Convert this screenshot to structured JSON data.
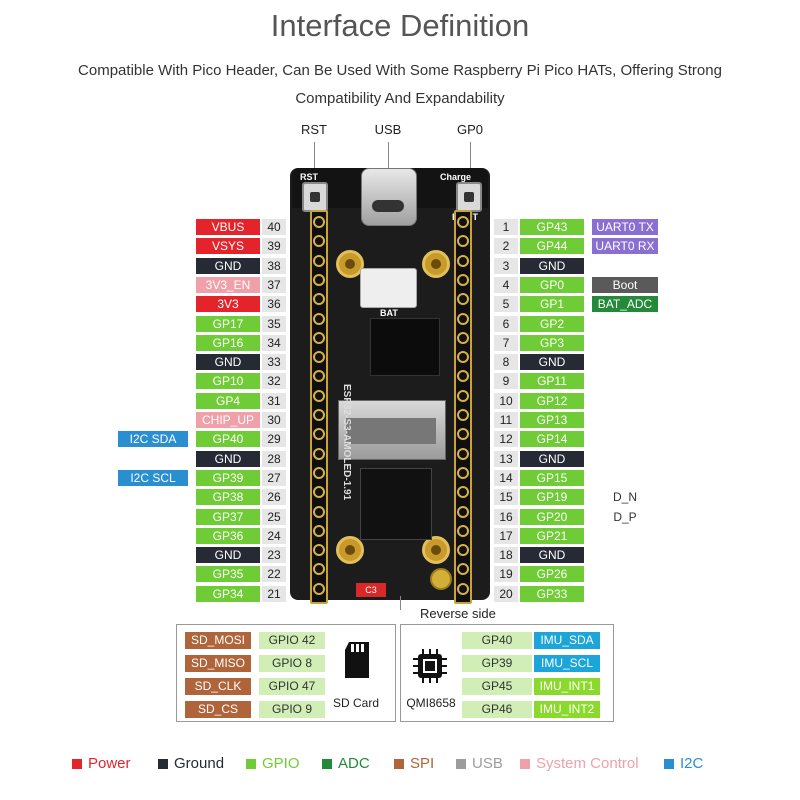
{
  "header": {
    "title": "Interface Definition",
    "subtitle_line1": "Compatible With Pico Header, Can Be Used With Some Raspberry Pi Pico HATs, Offering Strong",
    "subtitle_line2": "Compatibility And Expandability"
  },
  "top_labels": {
    "rst": "RST",
    "usb": "USB",
    "gp0": "GP0"
  },
  "board": {
    "name": "ESP32-S3-AMOLED-1.91",
    "bat_label": "BAT",
    "boot_label": "BOOT",
    "rst_label": "RST",
    "charge_label": "Charge",
    "reverse_chip": "C3"
  },
  "reverse_side": "Reverse side",
  "left_pins": [
    {
      "num": "40",
      "label": "VBUS",
      "type": "power",
      "extra": ""
    },
    {
      "num": "39",
      "label": "VSYS",
      "type": "power",
      "extra": ""
    },
    {
      "num": "38",
      "label": "GND",
      "type": "ground",
      "extra": ""
    },
    {
      "num": "37",
      "label": "3V3_EN",
      "type": "sysctl",
      "extra": ""
    },
    {
      "num": "36",
      "label": "3V3",
      "type": "power",
      "extra": ""
    },
    {
      "num": "35",
      "label": "GP17",
      "type": "gpio",
      "extra": ""
    },
    {
      "num": "34",
      "label": "GP16",
      "type": "gpio",
      "extra": ""
    },
    {
      "num": "33",
      "label": "GND",
      "type": "ground",
      "extra": ""
    },
    {
      "num": "32",
      "label": "GP10",
      "type": "gpio",
      "extra": ""
    },
    {
      "num": "31",
      "label": "GP4",
      "type": "gpio",
      "extra": ""
    },
    {
      "num": "30",
      "label": "CHIP_UP",
      "type": "sysctl",
      "extra": ""
    },
    {
      "num": "29",
      "label": "GP40",
      "type": "gpio",
      "extra": "I2C SDA"
    },
    {
      "num": "28",
      "label": "GND",
      "type": "ground",
      "extra": ""
    },
    {
      "num": "27",
      "label": "GP39",
      "type": "gpio",
      "extra": "I2C SCL"
    },
    {
      "num": "26",
      "label": "GP38",
      "type": "gpio",
      "extra": ""
    },
    {
      "num": "25",
      "label": "GP37",
      "type": "gpio",
      "extra": ""
    },
    {
      "num": "24",
      "label": "GP36",
      "type": "gpio",
      "extra": ""
    },
    {
      "num": "23",
      "label": "GND",
      "type": "ground",
      "extra": ""
    },
    {
      "num": "22",
      "label": "GP35",
      "type": "gpio",
      "extra": ""
    },
    {
      "num": "21",
      "label": "GP34",
      "type": "gpio",
      "extra": ""
    }
  ],
  "right_pins": [
    {
      "num": "1",
      "label": "GP43",
      "type": "gpio",
      "extra": "UART0 TX",
      "extra_type": "uart"
    },
    {
      "num": "2",
      "label": "GP44",
      "type": "gpio",
      "extra": "UART0 RX",
      "extra_type": "uart"
    },
    {
      "num": "3",
      "label": "GND",
      "type": "ground",
      "extra": "",
      "extra_type": ""
    },
    {
      "num": "4",
      "label": "GP0",
      "type": "gpio",
      "extra": "Boot",
      "extra_type": "boot"
    },
    {
      "num": "5",
      "label": "GP1",
      "type": "gpio",
      "extra": "BAT_ADC",
      "extra_type": "adc"
    },
    {
      "num": "6",
      "label": "GP2",
      "type": "gpio",
      "extra": "",
      "extra_type": ""
    },
    {
      "num": "7",
      "label": "GP3",
      "type": "gpio",
      "extra": "",
      "extra_type": ""
    },
    {
      "num": "8",
      "label": "GND",
      "type": "ground",
      "extra": "",
      "extra_type": ""
    },
    {
      "num": "9",
      "label": "GP11",
      "type": "gpio",
      "extra": "",
      "extra_type": ""
    },
    {
      "num": "10",
      "label": "GP12",
      "type": "gpio",
      "extra": "",
      "extra_type": ""
    },
    {
      "num": "11",
      "label": "GP13",
      "type": "gpio",
      "extra": "",
      "extra_type": ""
    },
    {
      "num": "12",
      "label": "GP14",
      "type": "gpio",
      "extra": "",
      "extra_type": ""
    },
    {
      "num": "13",
      "label": "GND",
      "type": "ground",
      "extra": "",
      "extra_type": ""
    },
    {
      "num": "14",
      "label": "GP15",
      "type": "gpio",
      "extra": "",
      "extra_type": ""
    },
    {
      "num": "15",
      "label": "GP19",
      "type": "gpio",
      "extra": "D_N",
      "extra_type": "usb"
    },
    {
      "num": "16",
      "label": "GP20",
      "type": "gpio",
      "extra": "D_P",
      "extra_type": "usb"
    },
    {
      "num": "17",
      "label": "GP21",
      "type": "gpio",
      "extra": "",
      "extra_type": ""
    },
    {
      "num": "18",
      "label": "GND",
      "type": "ground",
      "extra": "",
      "extra_type": ""
    },
    {
      "num": "19",
      "label": "GP26",
      "type": "gpio",
      "extra": "",
      "extra_type": ""
    },
    {
      "num": "20",
      "label": "GP33",
      "type": "gpio",
      "extra": "",
      "extra_type": ""
    }
  ],
  "sd_box": {
    "caption": "SD Card",
    "rows": [
      {
        "signal": "SD_MOSI",
        "gpio": "GPIO 42"
      },
      {
        "signal": "SD_MISO",
        "gpio": "GPIO 8"
      },
      {
        "signal": "SD_CLK",
        "gpio": "GPIO 47"
      },
      {
        "signal": "SD_CS",
        "gpio": "GPIO 9"
      }
    ]
  },
  "imu_box": {
    "caption": "QMI8658",
    "rows": [
      {
        "gpio": "GP40",
        "signal": "IMU_SDA",
        "type": "i2c"
      },
      {
        "gpio": "GP39",
        "signal": "IMU_SCL",
        "type": "i2c"
      },
      {
        "gpio": "GP45",
        "signal": "IMU_INT1",
        "type": "gpio"
      },
      {
        "gpio": "GP46",
        "signal": "IMU_INT2",
        "type": "gpio"
      }
    ]
  },
  "legend": [
    {
      "label": "Power",
      "color": "#e3252b"
    },
    {
      "label": "Ground",
      "color": "#262a35"
    },
    {
      "label": "GPIO",
      "color": "#70cc36"
    },
    {
      "label": "ADC",
      "color": "#238a3a"
    },
    {
      "label": "SPI",
      "color": "#b0643a"
    },
    {
      "label": "USB",
      "color": "#9c9c9c"
    },
    {
      "label": "System Control",
      "color": "#f0a0a8"
    },
    {
      "label": "I2C",
      "color": "#2a8fd0"
    }
  ]
}
